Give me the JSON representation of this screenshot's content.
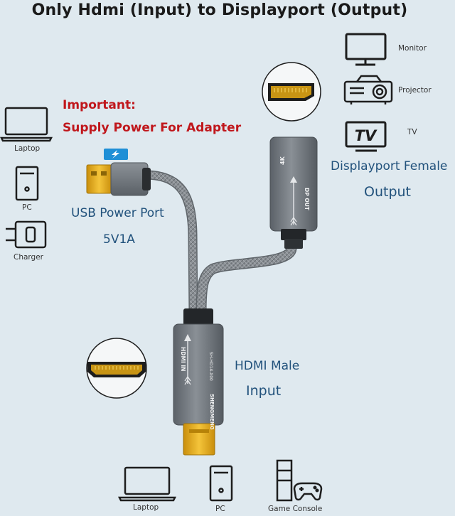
{
  "title": "Only Hdmi (Input) to Displayport (Output)",
  "notice": {
    "heading": "Important:",
    "message": "Supply Power For Adapter"
  },
  "usb_power": {
    "label": "USB Power Port",
    "spec": "5V1A"
  },
  "displayport": {
    "label": "Displayport Female",
    "role": "Output",
    "engraved_resolution": "4K",
    "engraved_port": "DP OUT"
  },
  "hdmi": {
    "label": "HDMI Male",
    "role": "Input",
    "engraved_port": "HDMI IN",
    "engraved_model": "SH-HD14-X00",
    "engraved_brand": "SHENGMENG"
  },
  "output_devices": [
    {
      "label": "Monitor",
      "icon": "monitor-icon"
    },
    {
      "label": "Projector",
      "icon": "projector-icon"
    },
    {
      "label": "TV",
      "icon": "tv-icon",
      "screen_text": "TV"
    }
  ],
  "power_devices": [
    {
      "label": "Laptop",
      "icon": "laptop-icon"
    },
    {
      "label": "PC",
      "icon": "pc-tower-icon"
    },
    {
      "label": "Charger",
      "icon": "charger-icon"
    }
  ],
  "input_devices": [
    {
      "label": "Laptop",
      "icon": "laptop-icon"
    },
    {
      "label": "PC",
      "icon": "pc-tower-icon"
    },
    {
      "label": "Game Console",
      "icon": "game-console-icon"
    }
  ],
  "colors": {
    "background": "#dfe9ef",
    "warning_red": "#c0171c",
    "label_blue": "#22527c",
    "metal_gray": "#6e747a",
    "gold": "#e2aa18",
    "lightning_badge": "#1f8fd6"
  }
}
